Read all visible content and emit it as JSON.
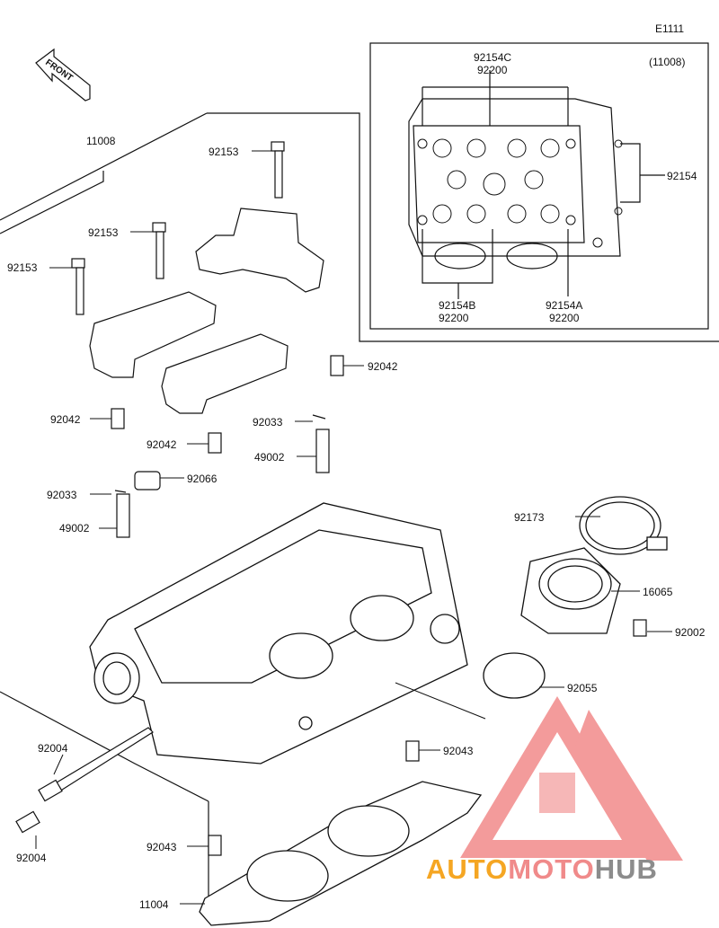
{
  "diagram": {
    "code": "E1111",
    "front_label": "FRONT",
    "inset": {
      "assembly_ref": "(11008)",
      "top_label_1": "92154C",
      "top_label_2": "92200",
      "right_label": "92154",
      "bottom_left_1": "92154B",
      "bottom_left_2": "92200",
      "bottom_right_1": "92154A",
      "bottom_right_2": "92200"
    },
    "parts": {
      "head_assy": "11008",
      "bolt_top": "92153",
      "bolt_mid": "92153",
      "bolt_left": "92153",
      "dowel_right": "92042",
      "dowel_left": "92042",
      "dowel_center": "92042",
      "ring_right": "92033",
      "guide_right": "49002",
      "seal": "92066",
      "ring_left": "92033",
      "guide_left": "49002",
      "clamp": "92173",
      "holder": "16065",
      "screw": "92002",
      "oring": "92055",
      "stud_upper": "92004",
      "stud_lower": "92004",
      "dowel_bottom_right": "92043",
      "dowel_bottom_left": "92043",
      "gasket": "11004"
    }
  },
  "watermark": {
    "part1": "AUTO",
    "part2": "MOTO",
    "part3": "HUB",
    "color1": "#f5a623",
    "color2": "#f08a8a",
    "color3": "#8c8c8c",
    "logo_color": "#f07a7a"
  }
}
